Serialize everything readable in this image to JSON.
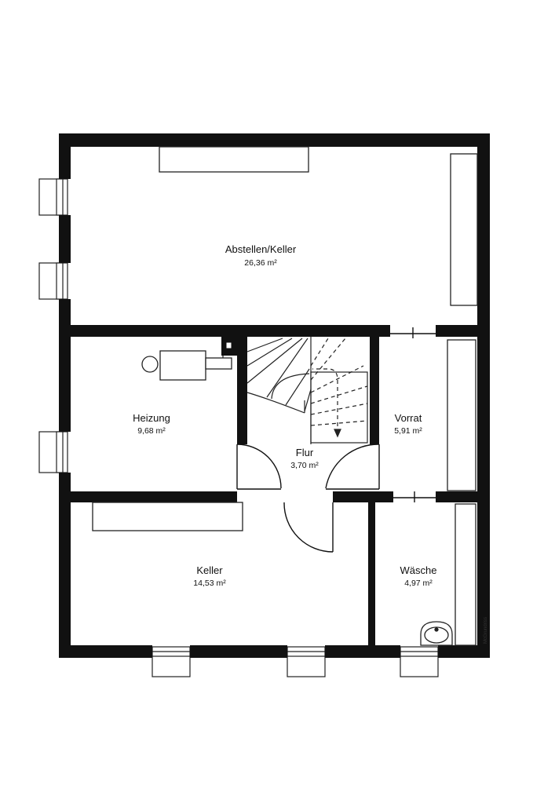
{
  "plan": {
    "rooms": [
      {
        "id": "abstellen-keller",
        "name": "Abstellen/Keller",
        "area": "26,36 m²"
      },
      {
        "id": "heizung",
        "name": "Heizung",
        "area": "9,68 m²"
      },
      {
        "id": "flur",
        "name": "Flur",
        "area": "3,70 m²"
      },
      {
        "id": "vorrat",
        "name": "Vorrat",
        "area": "5,91 m²"
      },
      {
        "id": "keller",
        "name": "Keller",
        "area": "14,53 m²"
      },
      {
        "id": "waesche",
        "name": "Wäsche",
        "area": "4,97 m²"
      }
    ],
    "credit": "McGrundriss"
  },
  "colors": {
    "wall": "#111111",
    "line": "#222222",
    "background": "#ffffff"
  }
}
